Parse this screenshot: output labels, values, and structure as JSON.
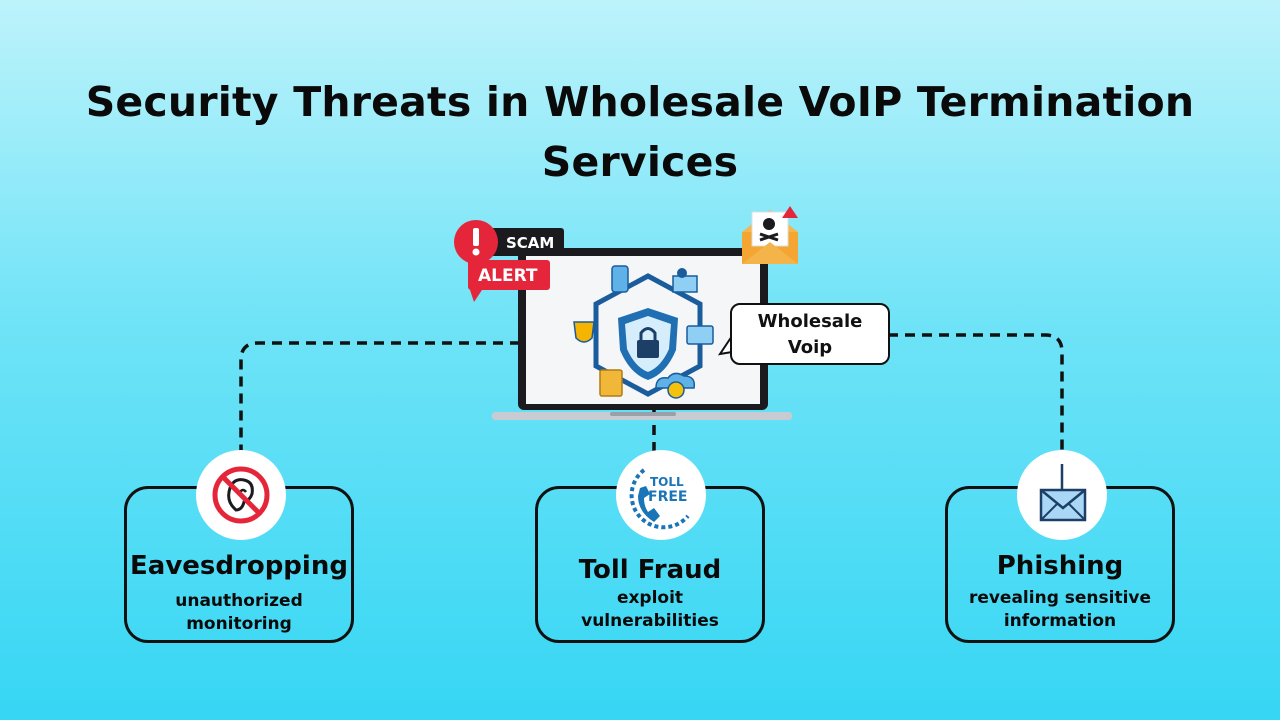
{
  "header": {
    "title_line1": "Security Threats in Wholesale VoIP Termination",
    "title_line2": "Services"
  },
  "hub": {
    "callout_line1": "Wholesale",
    "callout_line2": "Voip",
    "scam_label": "SCAM",
    "alert_label": "ALERT"
  },
  "threats": [
    {
      "title": "Eavesdropping",
      "desc_line1": "unauthorized",
      "desc_line2": "monitoring",
      "icon": "no-eavesdropping-icon"
    },
    {
      "title": "Toll Fraud",
      "desc_line1": "exploit",
      "desc_line2": "vulnerabilities",
      "icon": "toll-free-phone-icon",
      "icon_text_1": "TOLL",
      "icon_text_2": "FREE"
    },
    {
      "title": "Phishing",
      "desc_line1": "revealing sensitive",
      "desc_line2": "information",
      "icon": "phishing-email-icon"
    }
  ],
  "colors": {
    "accent_blue": "#1a74b8",
    "alert_red": "#e5263a",
    "card_border": "#111111"
  }
}
